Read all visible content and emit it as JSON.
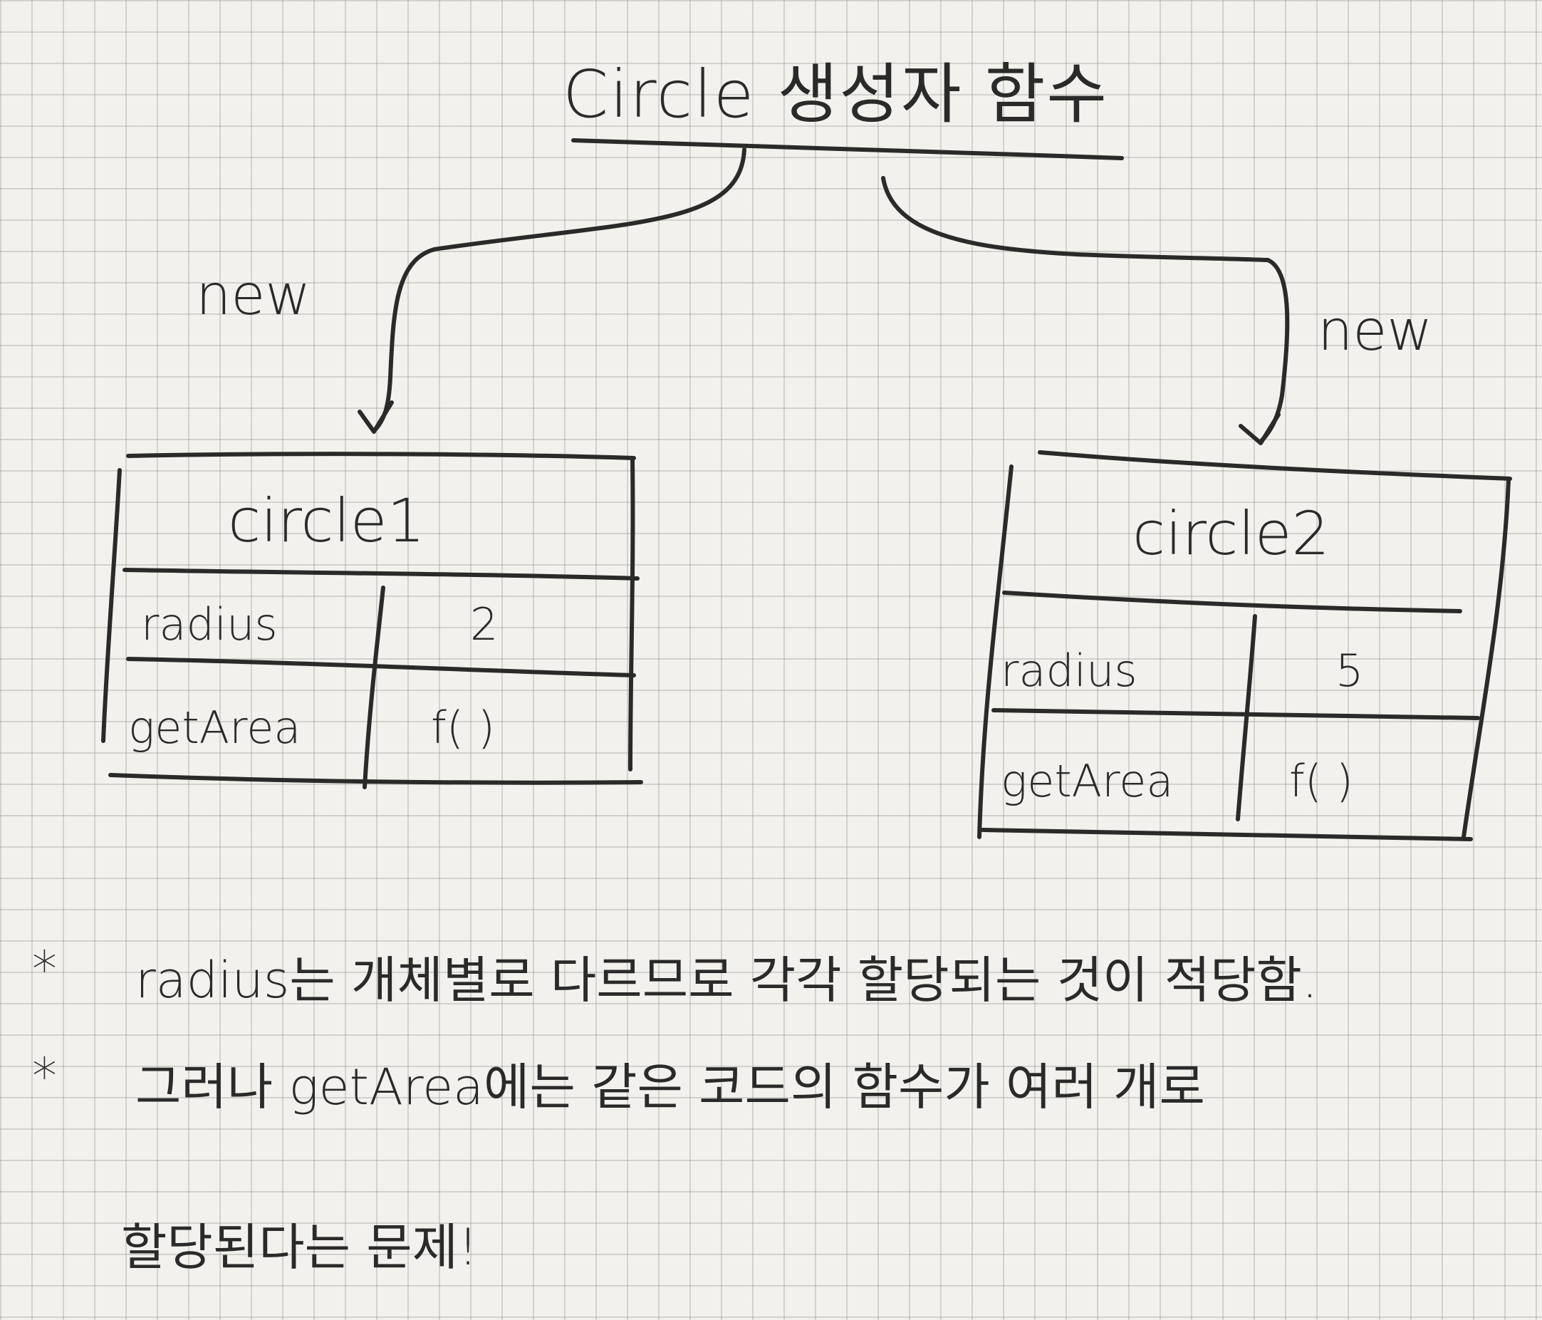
{
  "title": "Circle 생성자 함수",
  "arrows": {
    "left_label": "new",
    "right_label": "new"
  },
  "objects": [
    {
      "name": "circle1",
      "rows": [
        {
          "key": "radius",
          "value": "2"
        },
        {
          "key": "getArea",
          "value": "f( )"
        }
      ]
    },
    {
      "name": "circle2",
      "rows": [
        {
          "key": "radius",
          "value": "5"
        },
        {
          "key": "getArea",
          "value": "f( )"
        }
      ]
    }
  ],
  "notes": [
    {
      "bullet": "*",
      "text": "radius는 개체별로 다르므로 각각 할당되는 것이 적당함."
    },
    {
      "bullet": "*",
      "text": "그러나 getArea에는 같은 코드의 함수가 여러 개로"
    },
    {
      "bullet": "",
      "text": "할당된다는 문제!"
    }
  ],
  "colors": {
    "ink": "#2a2a2a",
    "paper": "#f2f1ed",
    "grid": "#969696"
  }
}
